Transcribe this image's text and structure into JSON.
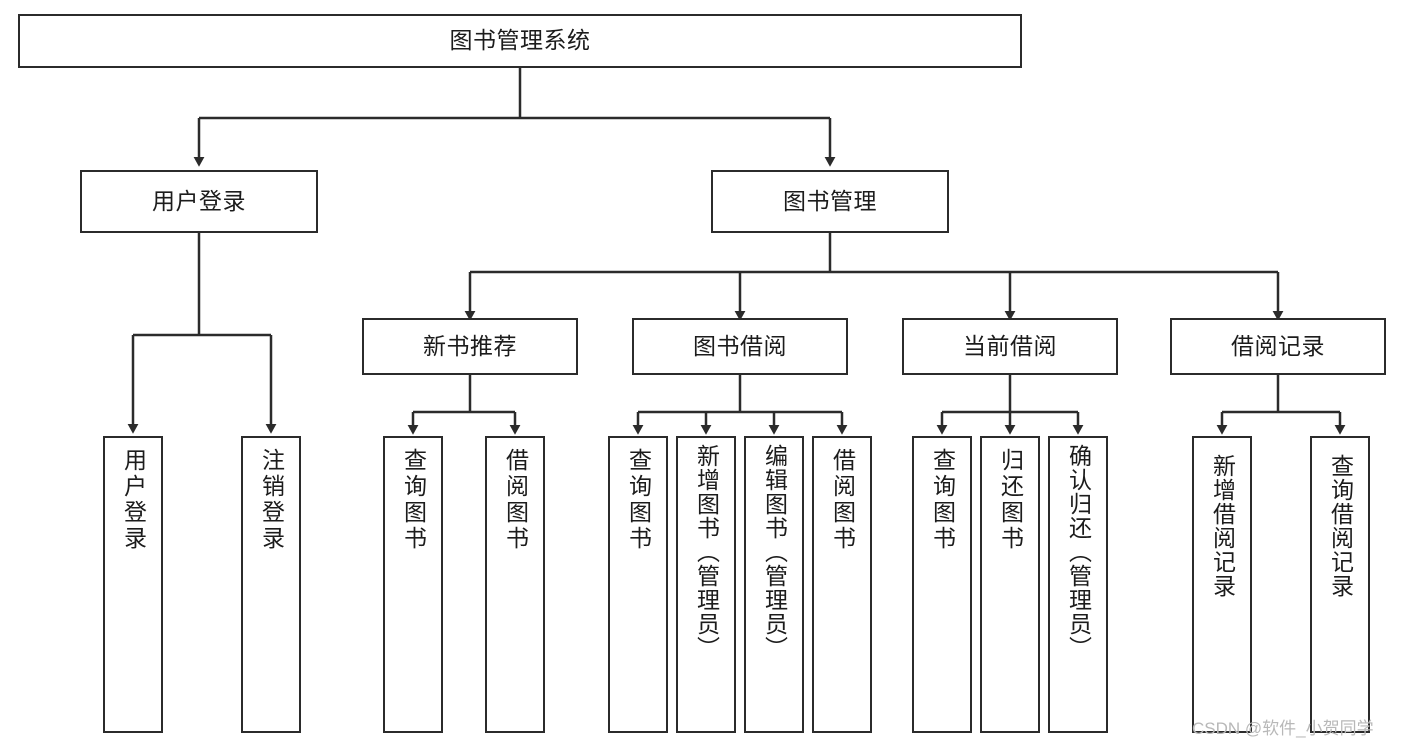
{
  "diagram": {
    "title": "图书管理系统",
    "type": "tree",
    "orientation": "top-down",
    "colors": {
      "box_border": "#2b2b2b",
      "box_fill": "#ffffff",
      "edge": "#2b2b2b",
      "text": "#1c1c1c",
      "watermark": "#b8b8b8",
      "background": "#ffffff"
    },
    "watermark": "CSDN @软件_小贺同学",
    "nodes": {
      "root": {
        "label": "图书管理系统",
        "level": 1
      },
      "level2": [
        {
          "id": "user-login",
          "label": "用户登录"
        },
        {
          "id": "book-manage",
          "label": "图书管理"
        }
      ],
      "level3": [
        {
          "id": "new-book-recommend",
          "label": "新书推荐",
          "parent": "book-manage"
        },
        {
          "id": "book-borrow",
          "label": "图书借阅",
          "parent": "book-manage"
        },
        {
          "id": "current-borrow",
          "label": "当前借阅",
          "parent": "book-manage"
        },
        {
          "id": "borrow-record",
          "label": "借阅记录",
          "parent": "book-manage"
        }
      ],
      "leaves": {
        "user-login": [
          {
            "id": "leaf-user-login",
            "label": "用户登录"
          },
          {
            "id": "leaf-logout",
            "label": "注销登录"
          }
        ],
        "new-book-recommend": [
          {
            "id": "leaf-query-book-1",
            "label": "查询图书"
          },
          {
            "id": "leaf-borrow-book-1",
            "label": "借阅图书"
          }
        ],
        "book-borrow": [
          {
            "id": "leaf-query-book-2",
            "label": "查询图书"
          },
          {
            "id": "leaf-add-book",
            "label": "新增图书（管理员）"
          },
          {
            "id": "leaf-edit-book",
            "label": "编辑图书（管理员）"
          },
          {
            "id": "leaf-borrow-book-2",
            "label": "借阅图书"
          }
        ],
        "current-borrow": [
          {
            "id": "leaf-query-book-3",
            "label": "查询图书"
          },
          {
            "id": "leaf-return-book",
            "label": "归还图书"
          },
          {
            "id": "leaf-confirm-return",
            "label": "确认归还（管理员）"
          }
        ],
        "borrow-record": [
          {
            "id": "leaf-add-record",
            "label": "新增借阅记录"
          },
          {
            "id": "leaf-query-record",
            "label": "查询借阅记录"
          }
        ]
      }
    }
  }
}
